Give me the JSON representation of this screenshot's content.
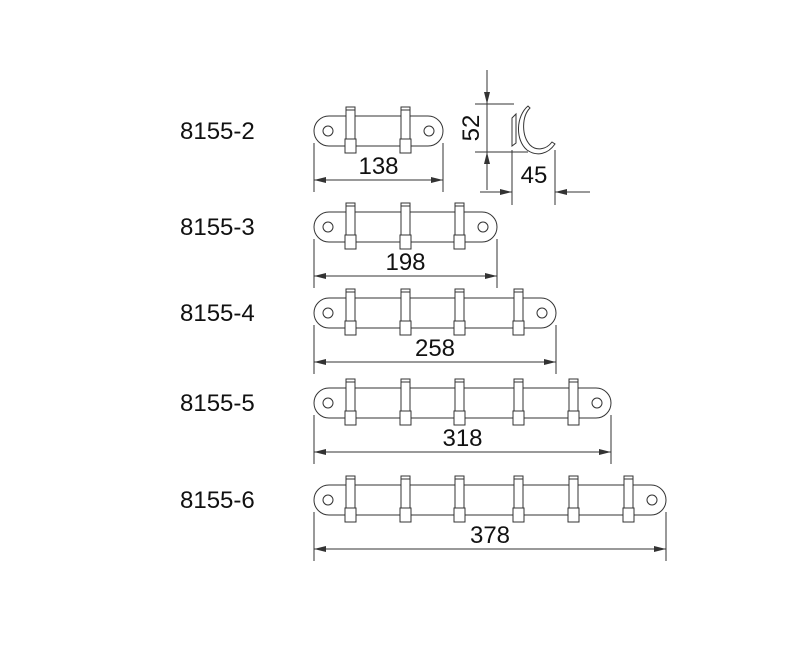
{
  "drawing": {
    "rows": [
      {
        "model": "8155-2",
        "hooks": 2,
        "length": "138"
      },
      {
        "model": "8155-3",
        "hooks": 3,
        "length": "198"
      },
      {
        "model": "8155-4",
        "hooks": 4,
        "length": "258"
      },
      {
        "model": "8155-5",
        "hooks": 5,
        "length": "318"
      },
      {
        "model": "8155-6",
        "hooks": 6,
        "length": "378"
      }
    ],
    "side_view": {
      "height": "52",
      "depth": "45"
    },
    "line_color": "#333333"
  }
}
